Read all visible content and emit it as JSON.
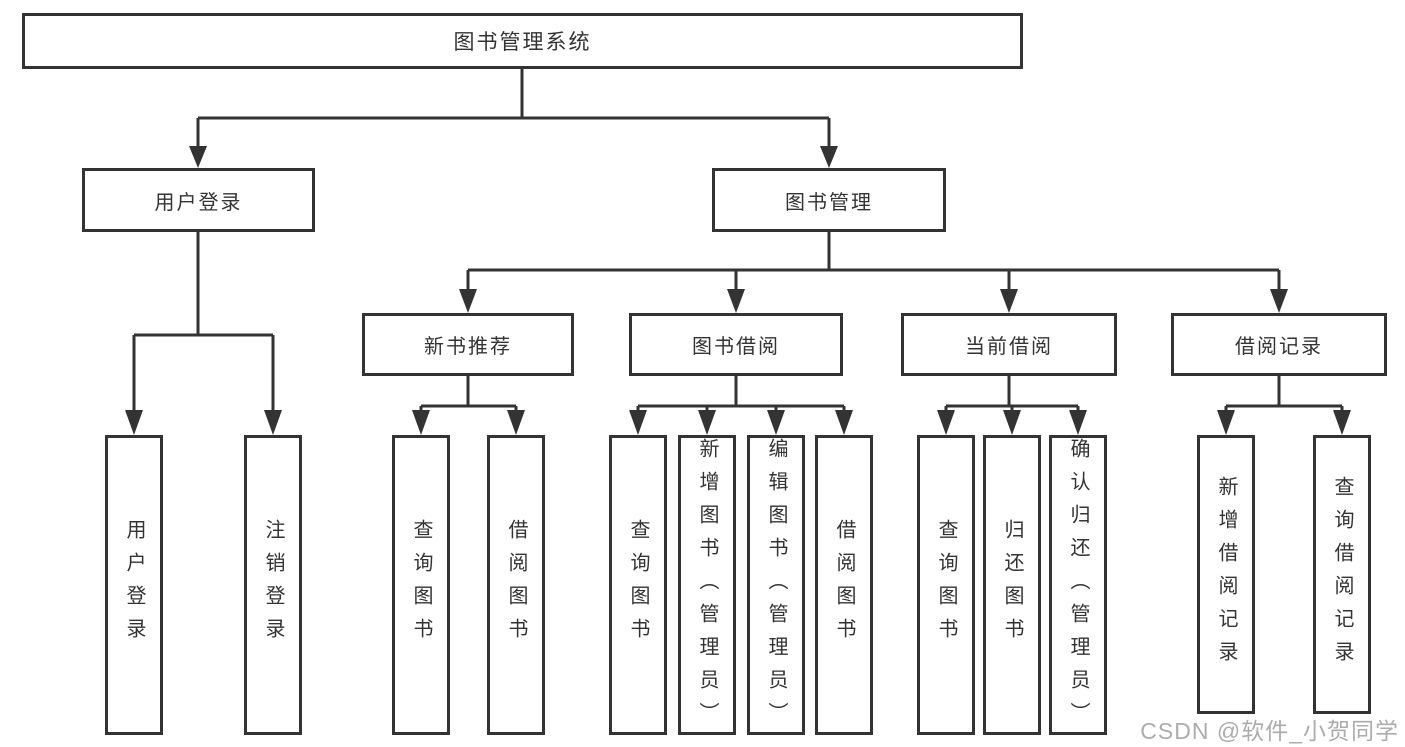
{
  "diagram": {
    "type": "functional-structure-tree",
    "colors": {
      "background": "#ffffff",
      "line": "#333333",
      "box_border": "#333333",
      "text": "#333333",
      "watermark": "#a8a8a8"
    },
    "tree": {
      "root": {
        "label": "图书管理系统"
      },
      "branches": [
        {
          "label": "用户登录",
          "children": [
            {
              "label": "用户登录"
            },
            {
              "label": "注销登录"
            }
          ]
        },
        {
          "label": "图书管理",
          "children": [
            {
              "label": "新书推荐",
              "children": [
                {
                  "label": "查询图书"
                },
                {
                  "label": "借阅图书"
                }
              ]
            },
            {
              "label": "图书借阅",
              "children": [
                {
                  "label": "查询图书"
                },
                {
                  "label": "新增图书（管理员）"
                },
                {
                  "label": "编辑图书（管理员）"
                },
                {
                  "label": "借阅图书"
                }
              ]
            },
            {
              "label": "当前借阅",
              "children": [
                {
                  "label": "查询图书"
                },
                {
                  "label": "归还图书"
                },
                {
                  "label": "确认归还（管理员）"
                }
              ]
            },
            {
              "label": "借阅记录",
              "children": [
                {
                  "label": "新增借阅记录"
                },
                {
                  "label": "查询借阅记录"
                }
              ]
            }
          ]
        }
      ]
    },
    "watermark": {
      "text": "CSDN @软件_小贺同学"
    }
  }
}
